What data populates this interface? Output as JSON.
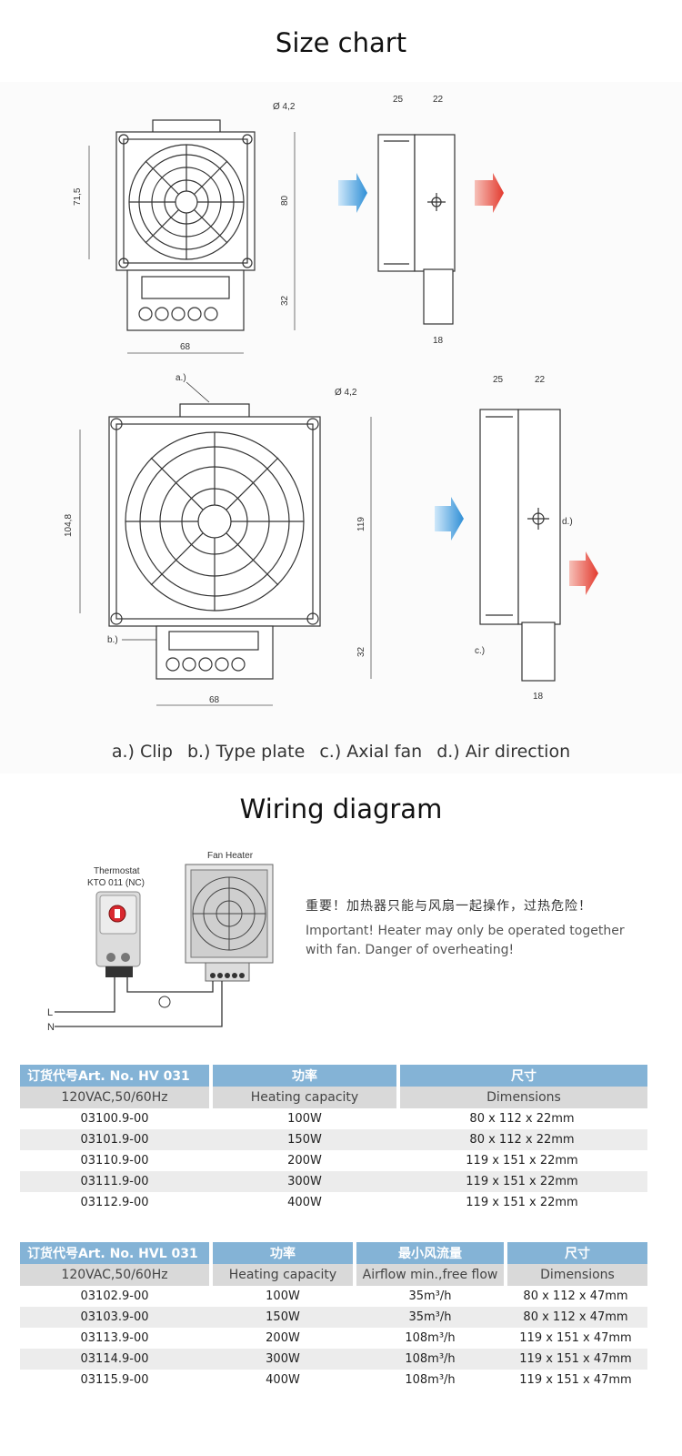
{
  "size_chart": {
    "title": "Size chart",
    "dims": {
      "small_height": "71,5",
      "small_overall": "80",
      "small_bottom": "32",
      "small_width": "68",
      "small_hole": "Ø 4,2",
      "small_side_a": "25",
      "small_side_b": "22",
      "small_side_c": "18",
      "large_height": "104,8",
      "large_overall": "119",
      "large_bottom": "32",
      "large_width": "68",
      "large_hole": "Ø 4,2",
      "large_side_a": "25",
      "large_side_b": "22",
      "large_side_c": "18",
      "callout_a": "a.)",
      "callout_b": "b.)",
      "callout_c": "c.)",
      "callout_d": "d.)"
    },
    "legend": [
      "a.) Clip",
      "b.) Type plate",
      "c.) Axial fan",
      "d.) Air direction"
    ],
    "colors": {
      "air_in": "#3a9ad9",
      "air_out": "#e8473a"
    }
  },
  "wiring": {
    "title": "Wiring diagram",
    "thermostat_label_1": "Thermostat",
    "thermostat_label_2": "KTO 011 (NC)",
    "fan_heater_label": "Fan Heater",
    "line_l": "L",
    "line_n": "N",
    "warning_cn": "重要！加热器只能与风扇一起操作，过热危险！",
    "warning_en": "Important! Heater may only be operated together with fan. Danger of overheating!",
    "thermostat_button_color": "#d9282f"
  },
  "table1": {
    "headers": [
      "订货代号Art. No. HV 031",
      "功率",
      "尺寸"
    ],
    "subheaders": [
      "120VAC,50/60Hz",
      "Heating capacity",
      "Dimensions"
    ],
    "rows": [
      [
        "03100.9-00",
        "100W",
        "80 x 112 x 22mm"
      ],
      [
        "03101.9-00",
        "150W",
        "80 x 112 x 22mm"
      ],
      [
        "03110.9-00",
        "200W",
        "119 x 151 x 22mm"
      ],
      [
        "03111.9-00",
        "300W",
        "119 x 151 x 22mm"
      ],
      [
        "03112.9-00",
        "400W",
        "119 x 151 x 22mm"
      ]
    ]
  },
  "table2": {
    "headers": [
      "订货代号Art. No. HVL 031",
      "功率",
      "最小风流量",
      "尺寸"
    ],
    "subheaders": [
      "120VAC,50/60Hz",
      "Heating capacity",
      "Airflow min.,free flow",
      "Dimensions"
    ],
    "rows": [
      [
        "03102.9-00",
        "100W",
        "35m³/h",
        "80 x 112 x 47mm"
      ],
      [
        "03103.9-00",
        "150W",
        "35m³/h",
        "80 x 112 x 47mm"
      ],
      [
        "03113.9-00",
        "200W",
        "108m³/h",
        "119 x 151 x 47mm"
      ],
      [
        "03114.9-00",
        "300W",
        "108m³/h",
        "119 x 151 x 47mm"
      ],
      [
        "03115.9-00",
        "400W",
        "108m³/h",
        "119 x 151 x 47mm"
      ]
    ]
  },
  "header_color": "#84b3d6"
}
